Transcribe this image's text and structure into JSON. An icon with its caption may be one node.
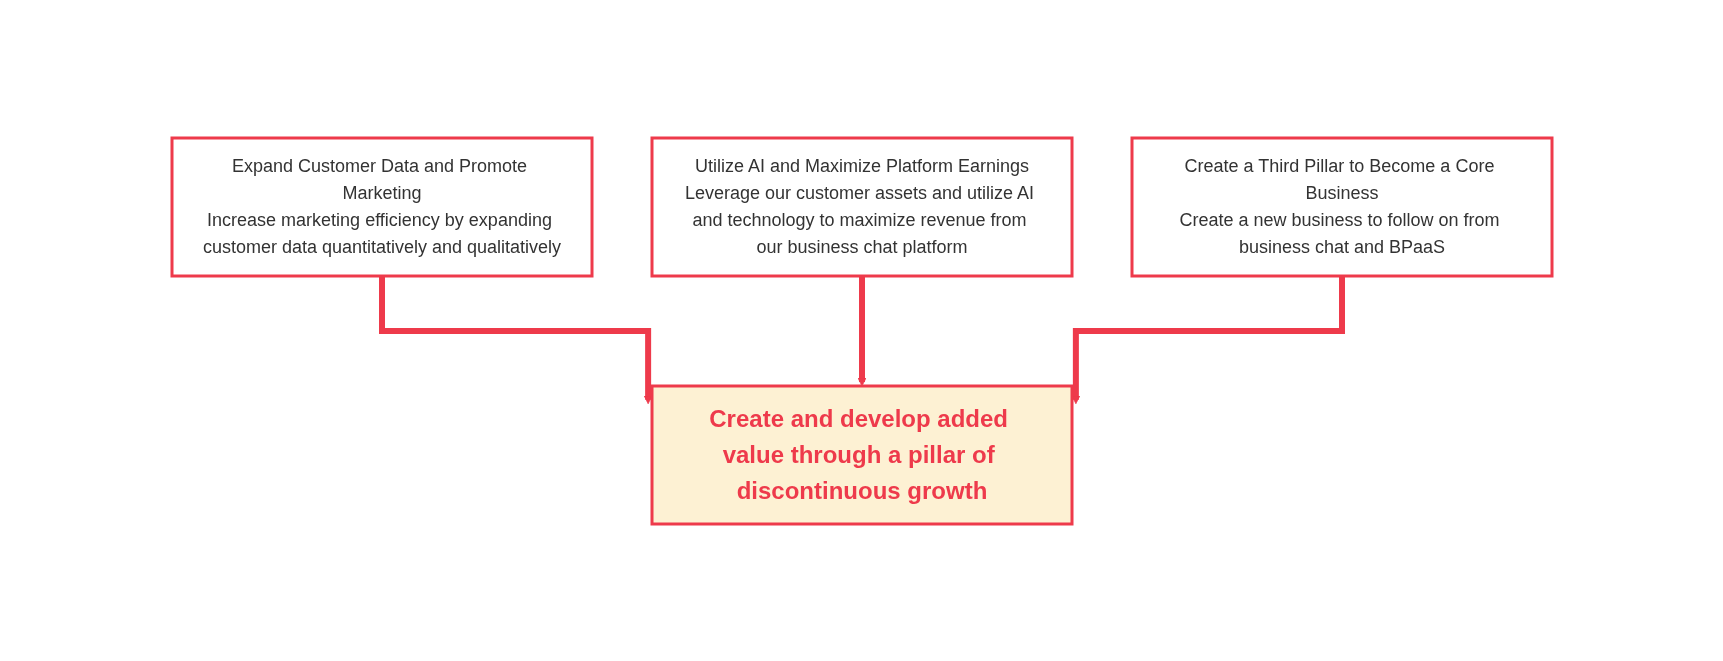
{
  "diagram": {
    "nodes": [
      {
        "text": [
          "Expand Customer Data and Promote Marketing",
          "Increase marketing efficiency by expanding customer data quantitatively and qualitatively"
        ]
      },
      {
        "text": [
          "Utilize AI and Maximize Platform Earnings",
          "Leverage our customer assets and utilize AI and technology to maximize revenue from our business chat platform"
        ]
      },
      {
        "text": [
          "Create a Third Pillar to Become a Core Business",
          "Create a new business to follow on from business chat and BPaaS"
        ]
      },
      {
        "text": [
          "Create and develop added value through a pillar of discontinuous growth"
        ]
      }
    ],
    "edges": [
      {
        "from": 0,
        "to": 3,
        "arrow": "to"
      },
      {
        "from": 1,
        "to": 3,
        "arrow": "to"
      },
      {
        "from": 2,
        "to": 3,
        "arrow": "to"
      }
    ]
  }
}
